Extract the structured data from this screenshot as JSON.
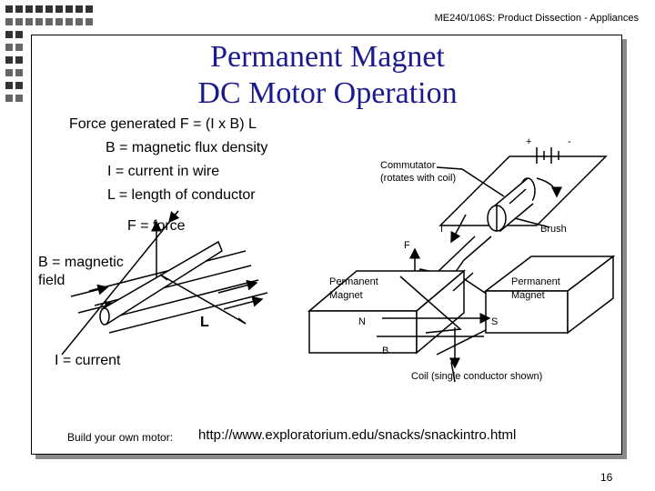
{
  "header": {
    "course": "ME240/106S: Product Dissection - Appliances"
  },
  "title": {
    "line1": "Permanent Magnet",
    "line2": "DC Motor Operation"
  },
  "equations": {
    "force": "Force generated   F = (I x B) L",
    "b_def": "B = magnetic flux density",
    "i_def": "I = current in wire",
    "l_def": "L = length of conductor"
  },
  "left_diagram": {
    "f_label": "F = force",
    "b_label_1": "B = magnetic",
    "b_label_2": "field",
    "l_label": "L",
    "i_label": "I = current"
  },
  "motor_diagram": {
    "plus": "+",
    "minus": "-",
    "commutator_1": "Commutator",
    "commutator_2": "(rotates with coil)",
    "i_label": "I",
    "brush": "Brush",
    "f_label": "F",
    "magnet_left_1": "Permanent",
    "magnet_left_2": "Magnet",
    "magnet_right_1": "Permanent",
    "magnet_right_2": "Magnet",
    "n_label": "N",
    "s_label": "S",
    "b_label": "B",
    "coil_label": "Coil (single conductor shown)"
  },
  "footer": {
    "build_label": "Build your own motor:",
    "url": "http://www.exploratorium.edu/snacks/snackintro.html",
    "page_number": "16"
  }
}
